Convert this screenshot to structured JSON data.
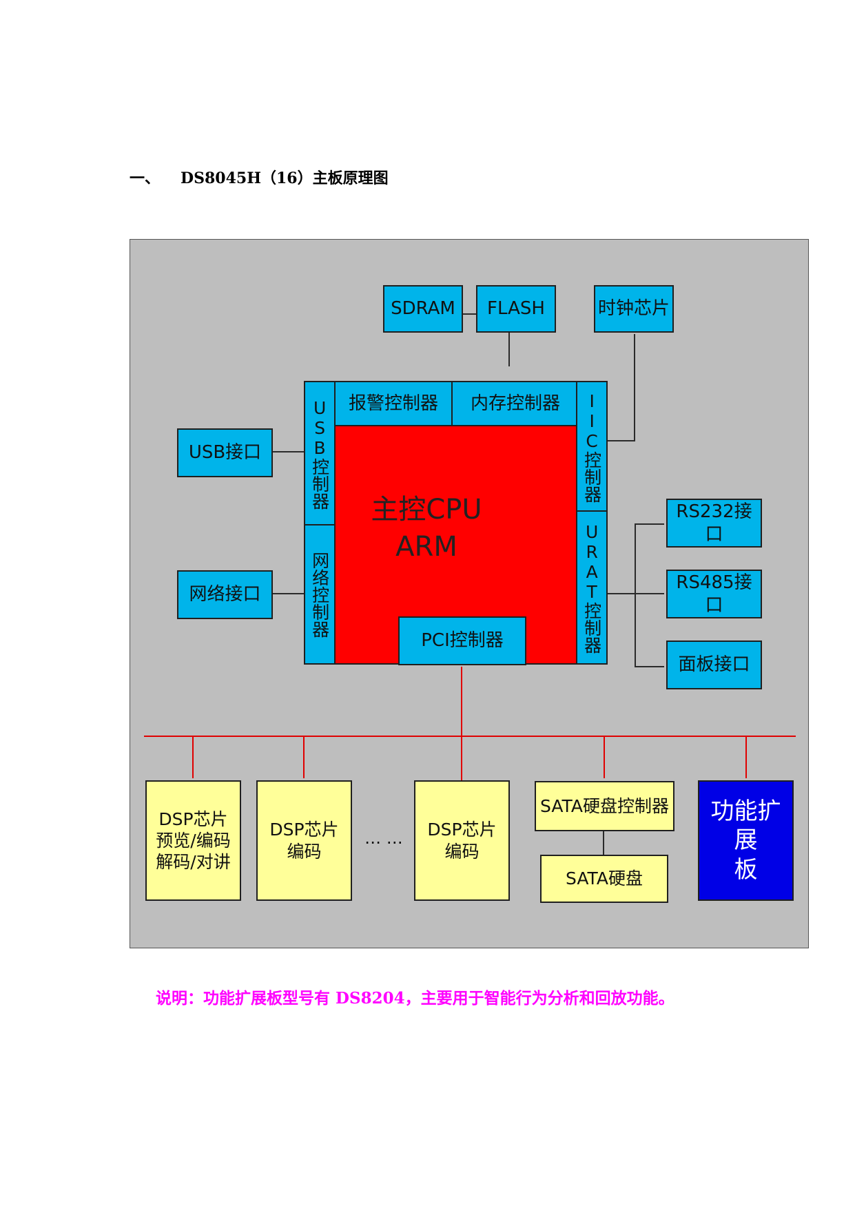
{
  "heading": {
    "number": "一、",
    "title": "DS8045H（16）主板原理图"
  },
  "diagram": {
    "memory": {
      "sdram": "SDRAM",
      "flash": "FLASH",
      "clock_chip": "时钟芯片"
    },
    "controllers": {
      "alarm": "报警控制器",
      "memory": "内存控制器",
      "usb": "USB控制器",
      "network": "网络控制器",
      "iic": "IIC控制器",
      "urat": "URAT控制器",
      "pci": "PCI控制器"
    },
    "cpu": {
      "line1": "主控CPU",
      "line2": "ARM"
    },
    "interfaces": {
      "usb": "USB接口",
      "network": "网络接口",
      "rs232": "RS232接口",
      "rs485": "RS485接口",
      "panel": "面板接口"
    },
    "dsp1": {
      "line1": "DSP芯片",
      "line2": "预览/编码",
      "line3": "解码/对讲"
    },
    "dsp2": {
      "line1": "DSP芯片",
      "line2": "编码"
    },
    "ellipsis": "… …",
    "dsp3": {
      "line1": "DSP芯片",
      "line2": "编码"
    },
    "sata_controller": "SATA硬盘控制器",
    "sata_disk": "SATA硬盘",
    "expansion": {
      "line1": "功能扩展",
      "line2": "板"
    },
    "colors": {
      "background": "#bebebe",
      "interface": "#00b4ea",
      "cpu": "#ff0000",
      "dsp": "#ffff99",
      "expansion": "#0000e6",
      "bus": "#e00000"
    }
  },
  "note": "说明：功能扩展板型号有 DS8204，主要用于智能行为分析和回放功能。"
}
